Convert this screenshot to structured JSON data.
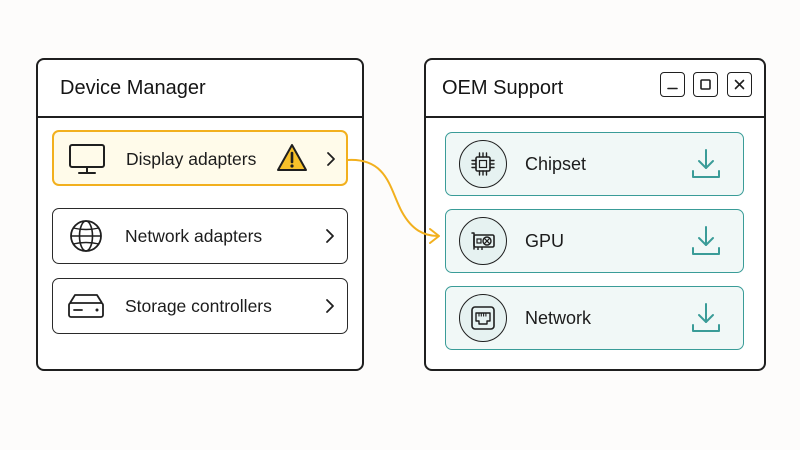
{
  "colors": {
    "warning_accent": "#f2b01e",
    "teal_accent": "#3a9c98"
  },
  "device_manager": {
    "title": "Device Manager",
    "rows": [
      {
        "label": "Display adapters",
        "icon": "monitor-icon",
        "status_icon": "warning-icon",
        "highlighted": true
      },
      {
        "label": "Network adapters",
        "icon": "globe-icon"
      },
      {
        "label": "Storage controllers",
        "icon": "drive-icon"
      }
    ]
  },
  "oem_support": {
    "title": "OEM Support",
    "controls": [
      "minimize-icon",
      "maximize-icon",
      "close-icon"
    ],
    "drivers": [
      {
        "label": "Chipset",
        "icon": "chip-icon"
      },
      {
        "label": "GPU",
        "icon": "gpu-icon"
      },
      {
        "label": "Network",
        "icon": "ethernet-port-icon"
      }
    ]
  }
}
